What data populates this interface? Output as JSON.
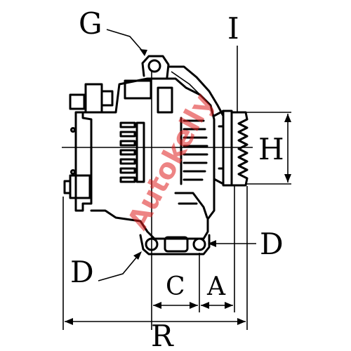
{
  "diagram": {
    "labels": {
      "g": "G",
      "i": "I",
      "h": "H",
      "d_right": "D",
      "d_left": "D",
      "c": "C",
      "a": "A",
      "r": "R"
    },
    "watermark": "Autokelly",
    "watermark_color": "#e02020"
  }
}
